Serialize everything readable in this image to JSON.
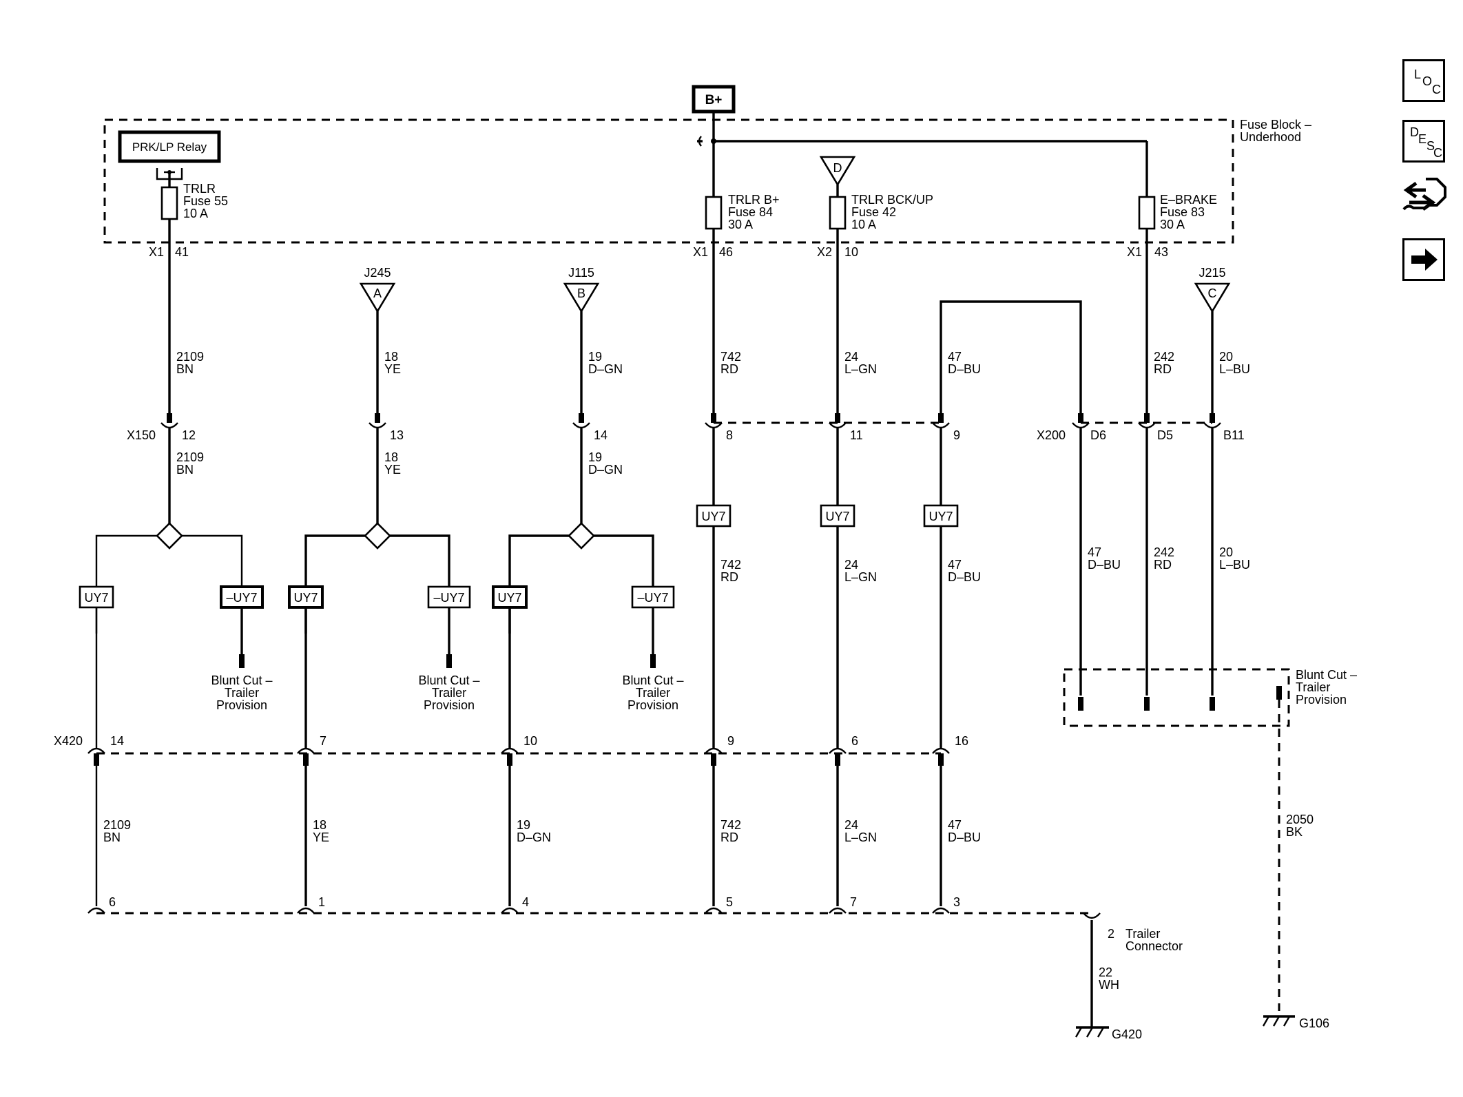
{
  "power": {
    "label": "B+"
  },
  "fuse_block": {
    "line1": "Fuse Block –",
    "line2": "Underhood"
  },
  "relay": {
    "label": "PRK/LP Relay"
  },
  "fuses": [
    {
      "l1": "TRLR",
      "l2": "Fuse 55",
      "l3": "10 A",
      "conn": "X1",
      "pin": "41"
    },
    {
      "l1": "TRLR B+",
      "l2": "Fuse 84",
      "l3": "30 A",
      "conn": "X1",
      "pin": "46"
    },
    {
      "l1": "TRLR BCK/UP",
      "l2": "Fuse 42",
      "l3": "10 A",
      "conn": "X2",
      "pin": "10"
    },
    {
      "l1": "E–BRAKE",
      "l2": "Fuse 83",
      "l3": "30 A",
      "conn": "X1",
      "pin": "43"
    }
  ],
  "refs": [
    {
      "name": "J245",
      "letter": "A"
    },
    {
      "name": "J115",
      "letter": "B"
    },
    {
      "name": "J215",
      "letter": "C"
    },
    {
      "name": "",
      "letter": "D"
    }
  ],
  "circuits": {
    "c2109": {
      "num": "2109",
      "color": "BN"
    },
    "c18": {
      "num": "18",
      "color": "YE"
    },
    "c19": {
      "num": "19",
      "color": "D–GN"
    },
    "c742": {
      "num": "742",
      "color": "RD"
    },
    "c24": {
      "num": "24",
      "color": "L–GN"
    },
    "c47": {
      "num": "47",
      "color": "D–BU"
    },
    "c242": {
      "num": "242",
      "color": "RD"
    },
    "c20": {
      "num": "20",
      "color": "L–BU"
    },
    "c2050": {
      "num": "2050",
      "color": "BK"
    },
    "c22": {
      "num": "22",
      "color": "WH"
    }
  },
  "connectors": {
    "x150": {
      "name": "X150",
      "pins": [
        "12",
        "13",
        "14",
        "8",
        "11",
        "9"
      ]
    },
    "x200": {
      "name": "X200",
      "pins": [
        "D6",
        "D5",
        "B11"
      ]
    },
    "x420": {
      "name": "X420",
      "pins": [
        "14",
        "7",
        "10",
        "9",
        "6",
        "16"
      ]
    },
    "trailer": {
      "pins": [
        "6",
        "1",
        "4",
        "5",
        "7",
        "3",
        "2"
      ],
      "line1": "Trailer",
      "line2": "Connector"
    }
  },
  "options": {
    "uy7": "UY7",
    "not_uy7": "–UY7"
  },
  "blunt_cut": {
    "l1": "Blunt Cut –",
    "l2": "Trailer",
    "l3": "Provision"
  },
  "grounds": {
    "g420": "G420",
    "g106": "G106"
  },
  "sidebar": {
    "loc": [
      "L",
      "O",
      "C"
    ],
    "desc": [
      "D",
      "E",
      "S",
      "C"
    ],
    "icons": [
      "connector-tool-icon",
      "next-arrow-icon"
    ]
  }
}
